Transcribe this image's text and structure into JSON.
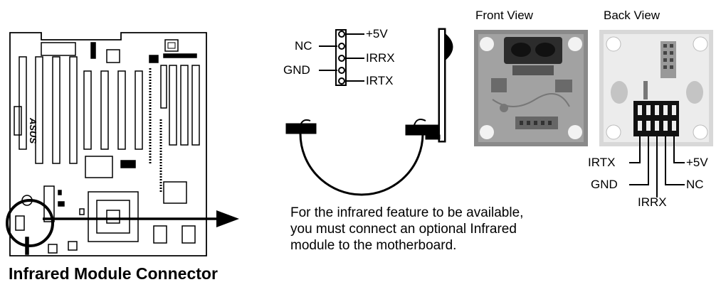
{
  "figure": {
    "title": "Infrared Module Connector",
    "note_lines": [
      "For the infrared feature to be available,",
      "you must connect an optional Infrared",
      "module to the motherboard."
    ],
    "front_view_label": "Front View",
    "back_view_label": "Back View",
    "header_pins_left": [
      "NC",
      "GND"
    ],
    "header_pins_right": [
      "+5V",
      "IRRX",
      "IRTX"
    ],
    "back_pins": [
      "IRTX",
      "GND",
      "IRRX",
      "NC",
      "+5V"
    ],
    "board_logo": "ASUS"
  }
}
